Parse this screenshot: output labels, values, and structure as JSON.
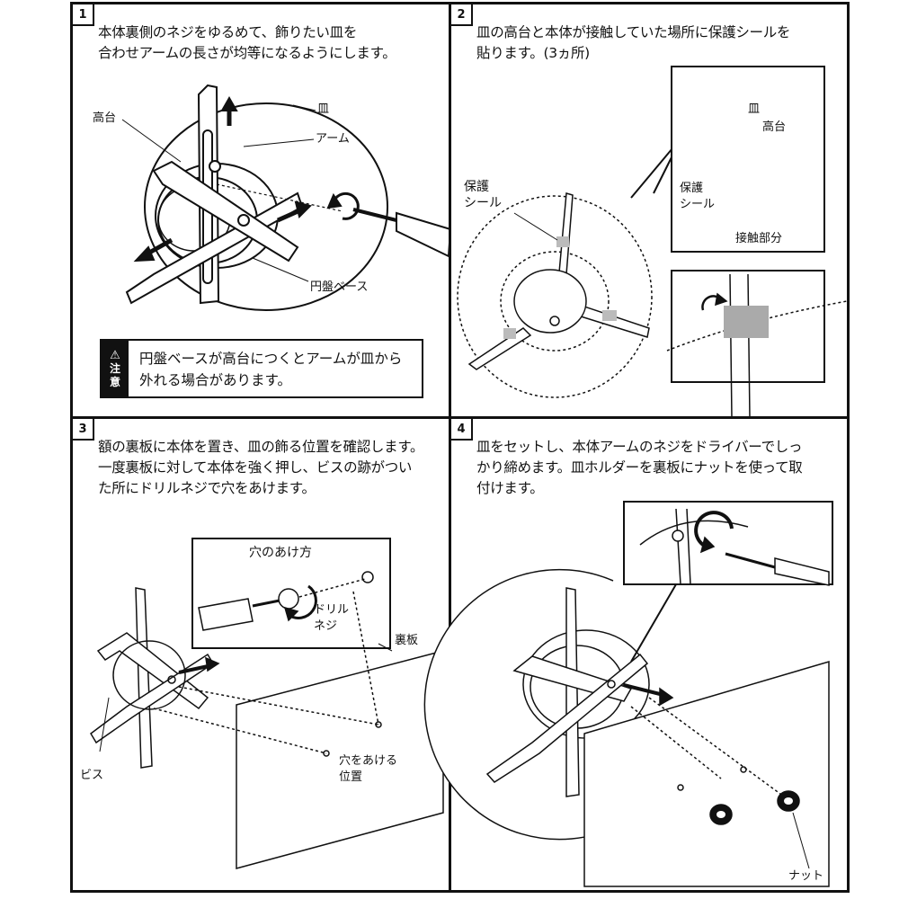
{
  "steps": [
    {
      "number": "1",
      "instruction": "本体裏側のネジをゆるめて、飾りたい皿を\n合わせアームの長さが均等になるようにします。",
      "labels": {
        "koudai": "高台",
        "sara": "皿",
        "arm": "アーム",
        "base": "円盤ベース"
      },
      "caution": {
        "badge_char1": "注",
        "badge_char2": "意",
        "text": "円盤ベースが高台につくとアームが皿から\n外れる場合があります。"
      }
    },
    {
      "number": "2",
      "instruction": "皿の高台と本体が接触していた場所に保護シールを\n貼ります。(3ヵ所)",
      "labels": {
        "seal": "保護\nシール",
        "sara": "皿",
        "koudai": "高台",
        "seal_inset": "保護\nシール",
        "contact": "接触部分"
      }
    },
    {
      "number": "3",
      "instruction": "額の裏板に本体を置き、皿の飾る位置を確認します。\n一度裏板に対して本体を強く押し、ビスの跡がつい\nた所にドリルネジで穴をあけます。",
      "labels": {
        "how_to": "穴のあけ方",
        "drill_screw": "ドリル\nネジ",
        "backboard": "裏板",
        "screw": "ビス",
        "hole_pos": "穴をあける\n位置"
      }
    },
    {
      "number": "4",
      "instruction": "皿をセットし、本体アームのネジをドライバーでしっ\nかり締めます。皿ホルダーを裏板にナットを使って取\n付けます。",
      "labels": {
        "nut": "ナット"
      }
    }
  ]
}
